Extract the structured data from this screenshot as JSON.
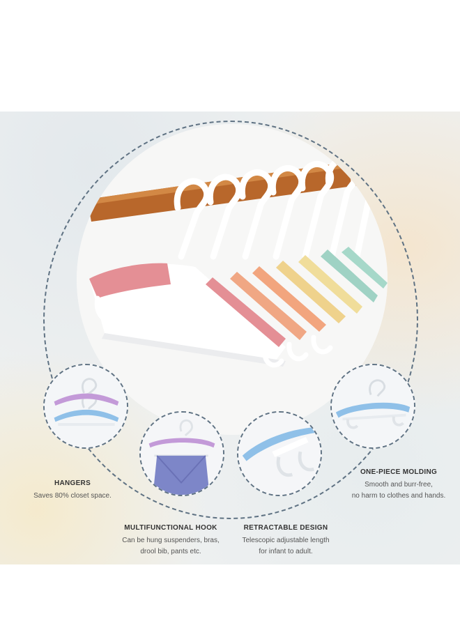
{
  "features": [
    {
      "title": "HANGERS",
      "desc": "Saves 80% closet space."
    },
    {
      "title": "MULTIFUNCTIONAL HOOK",
      "desc_line1": "Can be hung suspenders, bras,",
      "desc_line2": "drool bib, pants etc."
    },
    {
      "title": "RETRACTABLE DESIGN",
      "desc_line1": "Telescopic adjustable length",
      "desc_line2": "for infant to adult."
    },
    {
      "title": "ONE-PIECE MOLDING",
      "desc_line1": "Smooth and burr-free,",
      "desc_line2": "no harm to clothes and hands."
    }
  ],
  "images": {
    "main": "hangers-on-wooden-rod-photo",
    "detail_1": "stacked-hangers-photo",
    "detail_2": "hook-with-clothes-photo",
    "detail_3": "retractable-arm-photo",
    "detail_4": "one-piece-hanger-photo"
  },
  "colors": {
    "pink": "#e48f95",
    "peach": "#f2a57e",
    "yellow": "#efd28c",
    "mint": "#9fd2c4",
    "blue": "#8fc0e8",
    "purple": "#c39ad8",
    "rod": "#b8672b",
    "dashed_line": "#5f7283"
  }
}
